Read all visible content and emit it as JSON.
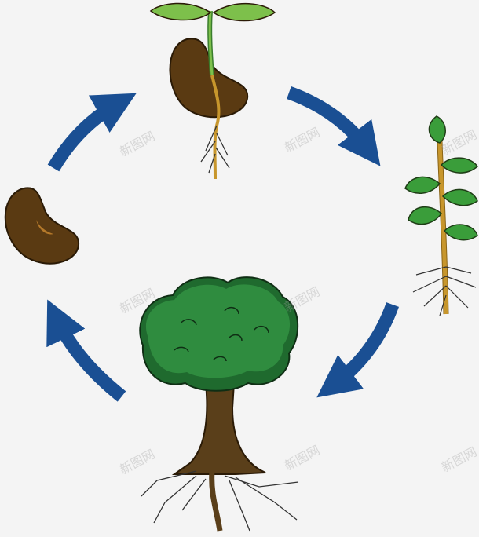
{
  "diagram": {
    "type": "life-cycle",
    "stages": [
      {
        "name": "seed",
        "icon": "bean-seed-icon"
      },
      {
        "name": "germinating-seed",
        "icon": "germinating-seed-icon"
      },
      {
        "name": "seedling",
        "icon": "seedling-icon"
      },
      {
        "name": "mature-tree",
        "icon": "tree-icon"
      }
    ],
    "arrow_direction": "clockwise"
  },
  "colors": {
    "background": "#f4f4f4",
    "arrow": "#1a4f93",
    "bean": "#5a3a12",
    "bean_highlight": "#b5792a",
    "leaf": "#7dc04b",
    "leaf_dark": "#3a7d2c",
    "canopy": "#2f8c3f",
    "canopy_dark": "#1f6a2e",
    "trunk": "#5a3f1a",
    "stem": "#c7962c",
    "root": "#333333"
  },
  "watermark": {
    "text": "新图网"
  }
}
